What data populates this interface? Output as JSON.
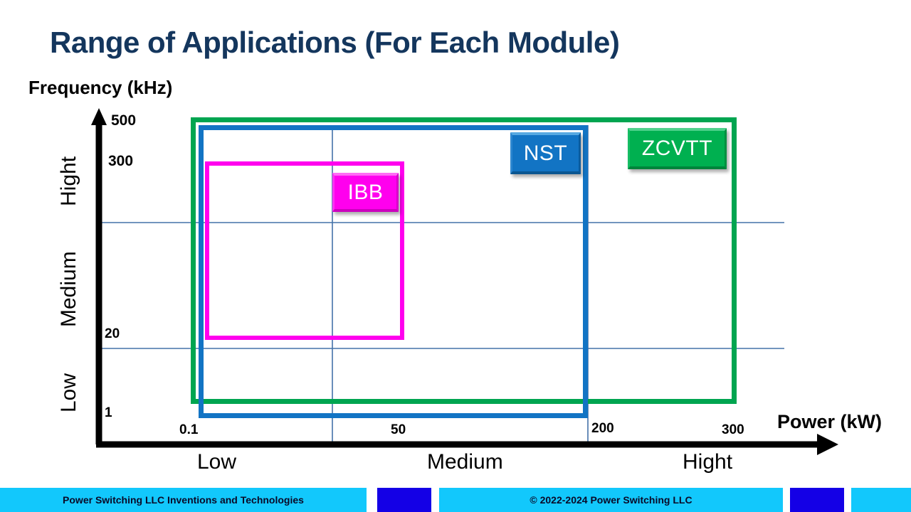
{
  "title": "Range of Applications (For Each Module)",
  "chart_data": {
    "type": "scatter",
    "title": "Range of Applications (For Each Module)",
    "xlabel": "Power (kW)",
    "ylabel": "Frequency (kHz)",
    "x_ticks": [
      "0.1",
      "50",
      "200",
      "300"
    ],
    "y_ticks": [
      "500",
      "300",
      "20",
      "1"
    ],
    "x_bands": [
      "Low",
      "Medium",
      "Hight"
    ],
    "y_bands": [
      "Hight",
      "Medium",
      "Low"
    ],
    "grid": true,
    "legend_position": "inline-badges",
    "regions": [
      {
        "name": "ZCVTT",
        "color": "#00A550",
        "badge_color": "#00B050",
        "power_range": [
          "0.1",
          "300"
        ],
        "frequency_range": [
          "1",
          "500"
        ]
      },
      {
        "name": "NST",
        "color": "#1274C4",
        "badge_color": "#1274C4",
        "power_range": [
          "0.1",
          "200"
        ],
        "frequency_range": [
          "1",
          "500"
        ]
      },
      {
        "name": "IBB",
        "color": "#FF00EE",
        "badge_color": "#FF00EE",
        "power_range": [
          "0.1",
          "80"
        ],
        "frequency_range": [
          "20",
          "300"
        ]
      }
    ]
  },
  "axes": {
    "y_title": "Frequency (kHz)",
    "x_title": "Power (kW)",
    "y_ticks": {
      "t500": "500",
      "t300": "300",
      "t20": "20",
      "t1": "1"
    },
    "x_ticks": {
      "t01": "0.1",
      "t50": "50",
      "t200": "200",
      "t300": "300"
    },
    "y_bands": {
      "hight": "Hight",
      "medium": "Medium",
      "low": "Low"
    },
    "x_bands": {
      "low": "Low",
      "medium": "Medium",
      "hight": "Hight"
    }
  },
  "badges": {
    "nst": "NST",
    "zcvtt": "ZCVTT",
    "ibb": "IBB"
  },
  "footer": {
    "left_text": "Power Switching LLC Inventions and Technologies",
    "center_text": "© 2022-2024 Power Switching LLC"
  },
  "colors": {
    "title": "#14365D",
    "green": "#00A550",
    "blue": "#1274C4",
    "magenta": "#FF00EE",
    "footer_cyan": "#12C8FC",
    "footer_blue": "#1400E6",
    "gridline": "#4472A8"
  }
}
